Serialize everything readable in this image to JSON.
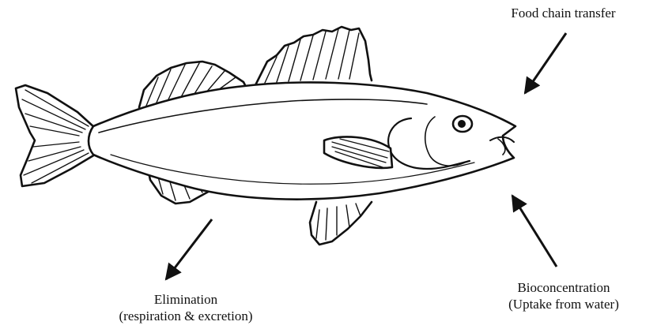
{
  "labels": {
    "food_chain": "Food chain transfer",
    "bioconcentration": "Bioconcentration",
    "bioconcentration_sub": "(Uptake from water)",
    "elimination": "Elimination",
    "elimination_sub": "(respiration & excretion)"
  },
  "icons": {
    "fish": "fish-line-drawing-icon",
    "arrow_in_food": "arrow-down-left-icon",
    "arrow_in_water": "arrow-up-left-icon",
    "arrow_out": "arrow-down-left-icon"
  },
  "colors": {
    "ink": "#111111",
    "background": "#ffffff"
  }
}
